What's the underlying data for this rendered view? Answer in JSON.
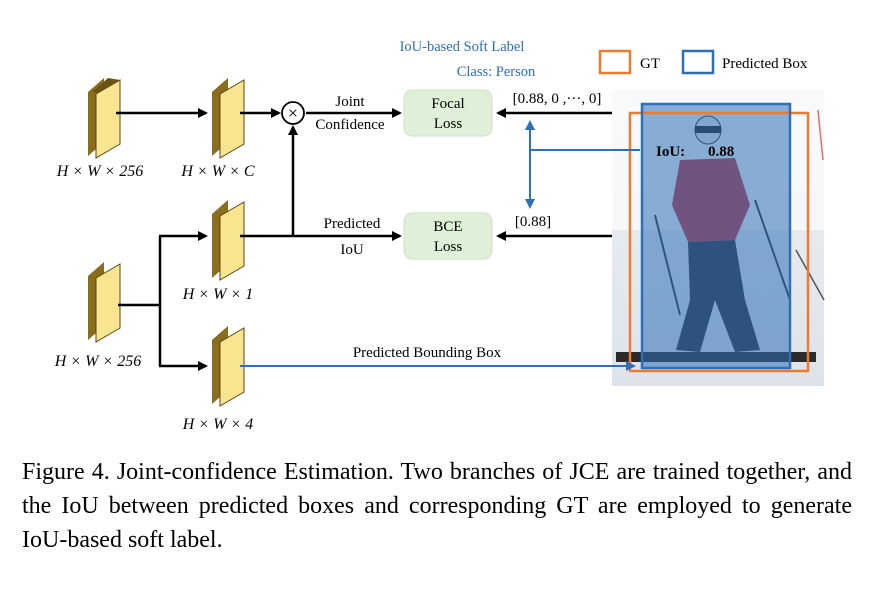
{
  "colors": {
    "gt": "#ee7b2e",
    "predicted": "#2e6fb7",
    "loss_fill": "#dff0d8",
    "feature_face": "#f7e58f",
    "feature_side": "#8a6d1d"
  },
  "header": {
    "soft_label_title": "IoU-based Soft Label",
    "soft_label_class": "Class: Person",
    "legend_gt": "GT",
    "legend_predicted": "Predicted Box"
  },
  "features": {
    "top_input": "H × W × 256",
    "top_output": "H × W × C",
    "bottom_input": "H × W × 256",
    "iou_output": "H × W × 1",
    "box_output": "H × W × 4"
  },
  "nodes": {
    "multiply_symbol": "×",
    "joint_conf_line1": "Joint",
    "joint_conf_line2": "Confidence",
    "focal_line1": "Focal",
    "focal_line2": "Loss",
    "bce_line1": "BCE",
    "bce_line2": "Loss",
    "pred_iou_line1": "Predicted",
    "pred_iou_line2": "IoU",
    "soft_label_vector": "[0.88, 0 ,···, 0]",
    "iou_vector": "[0.88]",
    "pred_bbox": "Predicted Bounding Box"
  },
  "image_panel": {
    "iou_label": "IoU:",
    "iou_value": "0.88"
  },
  "caption": "Figure 4. Joint-confidence Estimation. Two branches of JCE are trained together, and the IoU between predicted boxes and corresponding GT are employed to generate IoU-based soft label."
}
